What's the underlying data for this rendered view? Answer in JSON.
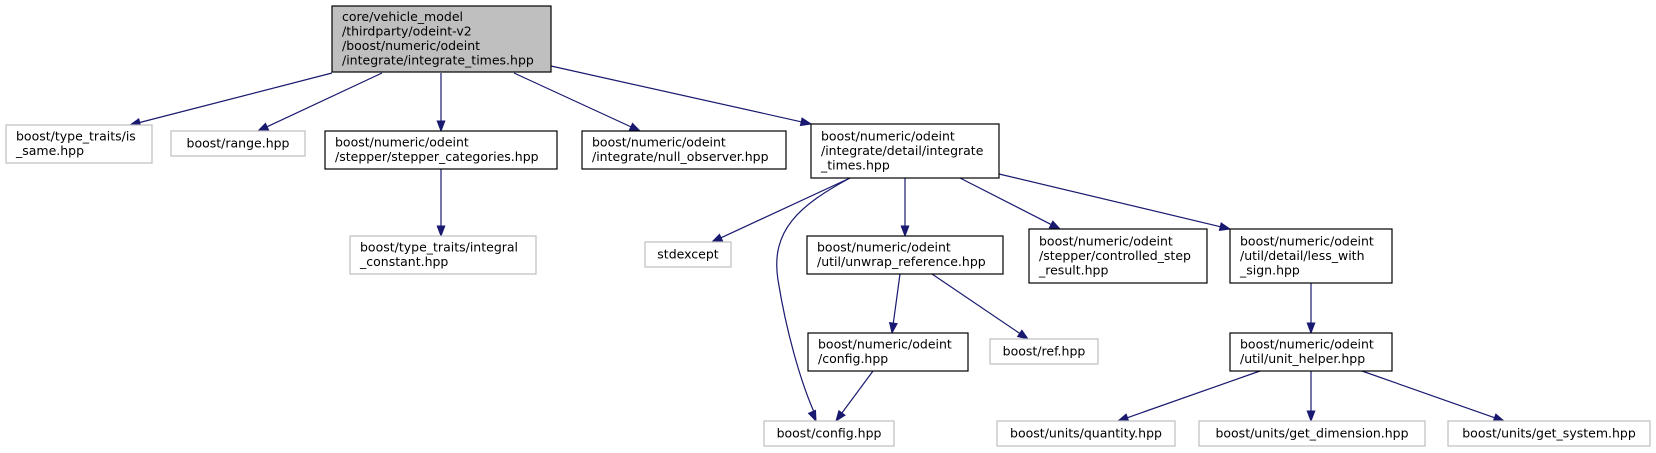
{
  "colors": {
    "edge": "#191970",
    "root_fill": "#bfbfbf",
    "dark_border": "#000000",
    "light_border": "#bfbfbf"
  },
  "nodes": [
    {
      "id": "root",
      "style": "root",
      "lines": [
        "core/vehicle_model",
        "/thirdparty/odeint-v2",
        "/boost/numeric/odeint",
        "/integrate/integrate_times.hpp"
      ]
    },
    {
      "id": "is_same",
      "style": "light",
      "lines": [
        "boost/type_traits/is",
        "_same.hpp"
      ]
    },
    {
      "id": "range",
      "style": "light",
      "lines": [
        "boost/range.hpp"
      ]
    },
    {
      "id": "stepper_categories",
      "style": "dark",
      "lines": [
        "boost/numeric/odeint",
        "/stepper/stepper_categories.hpp"
      ]
    },
    {
      "id": "null_observer",
      "style": "dark",
      "lines": [
        "boost/numeric/odeint",
        "/integrate/null_observer.hpp"
      ]
    },
    {
      "id": "detail_integrate_times",
      "style": "dark",
      "lines": [
        "boost/numeric/odeint",
        "/integrate/detail/integrate",
        "_times.hpp"
      ]
    },
    {
      "id": "integral_constant",
      "style": "light",
      "lines": [
        "boost/type_traits/integral",
        "_constant.hpp"
      ]
    },
    {
      "id": "stdexcept",
      "style": "light",
      "lines": [
        "stdexcept"
      ]
    },
    {
      "id": "unwrap_reference",
      "style": "dark",
      "lines": [
        "boost/numeric/odeint",
        "/util/unwrap_reference.hpp"
      ]
    },
    {
      "id": "controlled_step_result",
      "style": "dark",
      "lines": [
        "boost/numeric/odeint",
        "/stepper/controlled_step",
        "_result.hpp"
      ]
    },
    {
      "id": "less_with_sign",
      "style": "dark",
      "lines": [
        "boost/numeric/odeint",
        "/util/detail/less_with",
        "_sign.hpp"
      ]
    },
    {
      "id": "odeint_config",
      "style": "dark",
      "lines": [
        "boost/numeric/odeint",
        "/config.hpp"
      ]
    },
    {
      "id": "ref",
      "style": "light",
      "lines": [
        "boost/ref.hpp"
      ]
    },
    {
      "id": "unit_helper",
      "style": "dark",
      "lines": [
        "boost/numeric/odeint",
        "/util/unit_helper.hpp"
      ]
    },
    {
      "id": "boost_config",
      "style": "light",
      "lines": [
        "boost/config.hpp"
      ]
    },
    {
      "id": "quantity",
      "style": "light",
      "lines": [
        "boost/units/quantity.hpp"
      ]
    },
    {
      "id": "get_dimension",
      "style": "light",
      "lines": [
        "boost/units/get_dimension.hpp"
      ]
    },
    {
      "id": "get_system",
      "style": "light",
      "lines": [
        "boost/units/get_system.hpp"
      ]
    }
  ],
  "edges": [
    {
      "from": "root",
      "to": "is_same"
    },
    {
      "from": "root",
      "to": "range"
    },
    {
      "from": "root",
      "to": "stepper_categories"
    },
    {
      "from": "root",
      "to": "null_observer"
    },
    {
      "from": "root",
      "to": "detail_integrate_times"
    },
    {
      "from": "stepper_categories",
      "to": "integral_constant"
    },
    {
      "from": "detail_integrate_times",
      "to": "stdexcept"
    },
    {
      "from": "detail_integrate_times",
      "to": "unwrap_reference"
    },
    {
      "from": "detail_integrate_times",
      "to": "boost_config"
    },
    {
      "from": "detail_integrate_times",
      "to": "controlled_step_result"
    },
    {
      "from": "detail_integrate_times",
      "to": "less_with_sign"
    },
    {
      "from": "unwrap_reference",
      "to": "odeint_config"
    },
    {
      "from": "unwrap_reference",
      "to": "ref"
    },
    {
      "from": "odeint_config",
      "to": "boost_config"
    },
    {
      "from": "less_with_sign",
      "to": "unit_helper"
    },
    {
      "from": "unit_helper",
      "to": "quantity"
    },
    {
      "from": "unit_helper",
      "to": "get_dimension"
    },
    {
      "from": "unit_helper",
      "to": "get_system"
    }
  ]
}
